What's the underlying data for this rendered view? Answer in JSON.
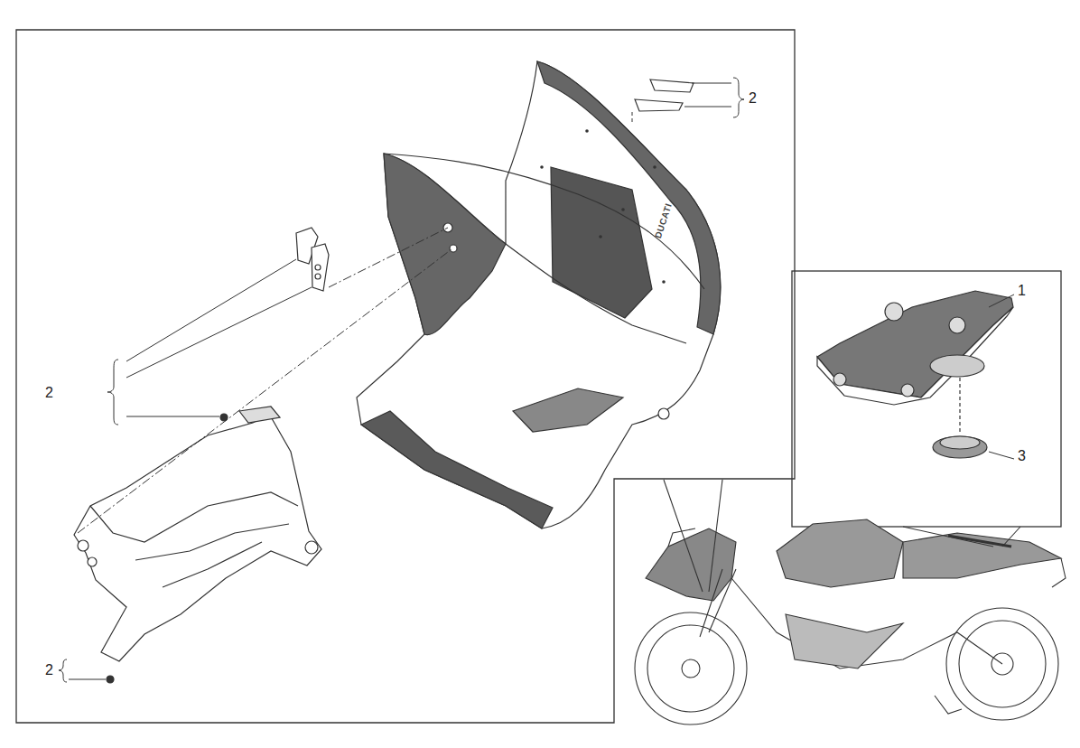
{
  "diagram": {
    "labels": [
      "2",
      "DUCATI",
      "1",
      "2",
      "3",
      "2"
    ]
  }
}
